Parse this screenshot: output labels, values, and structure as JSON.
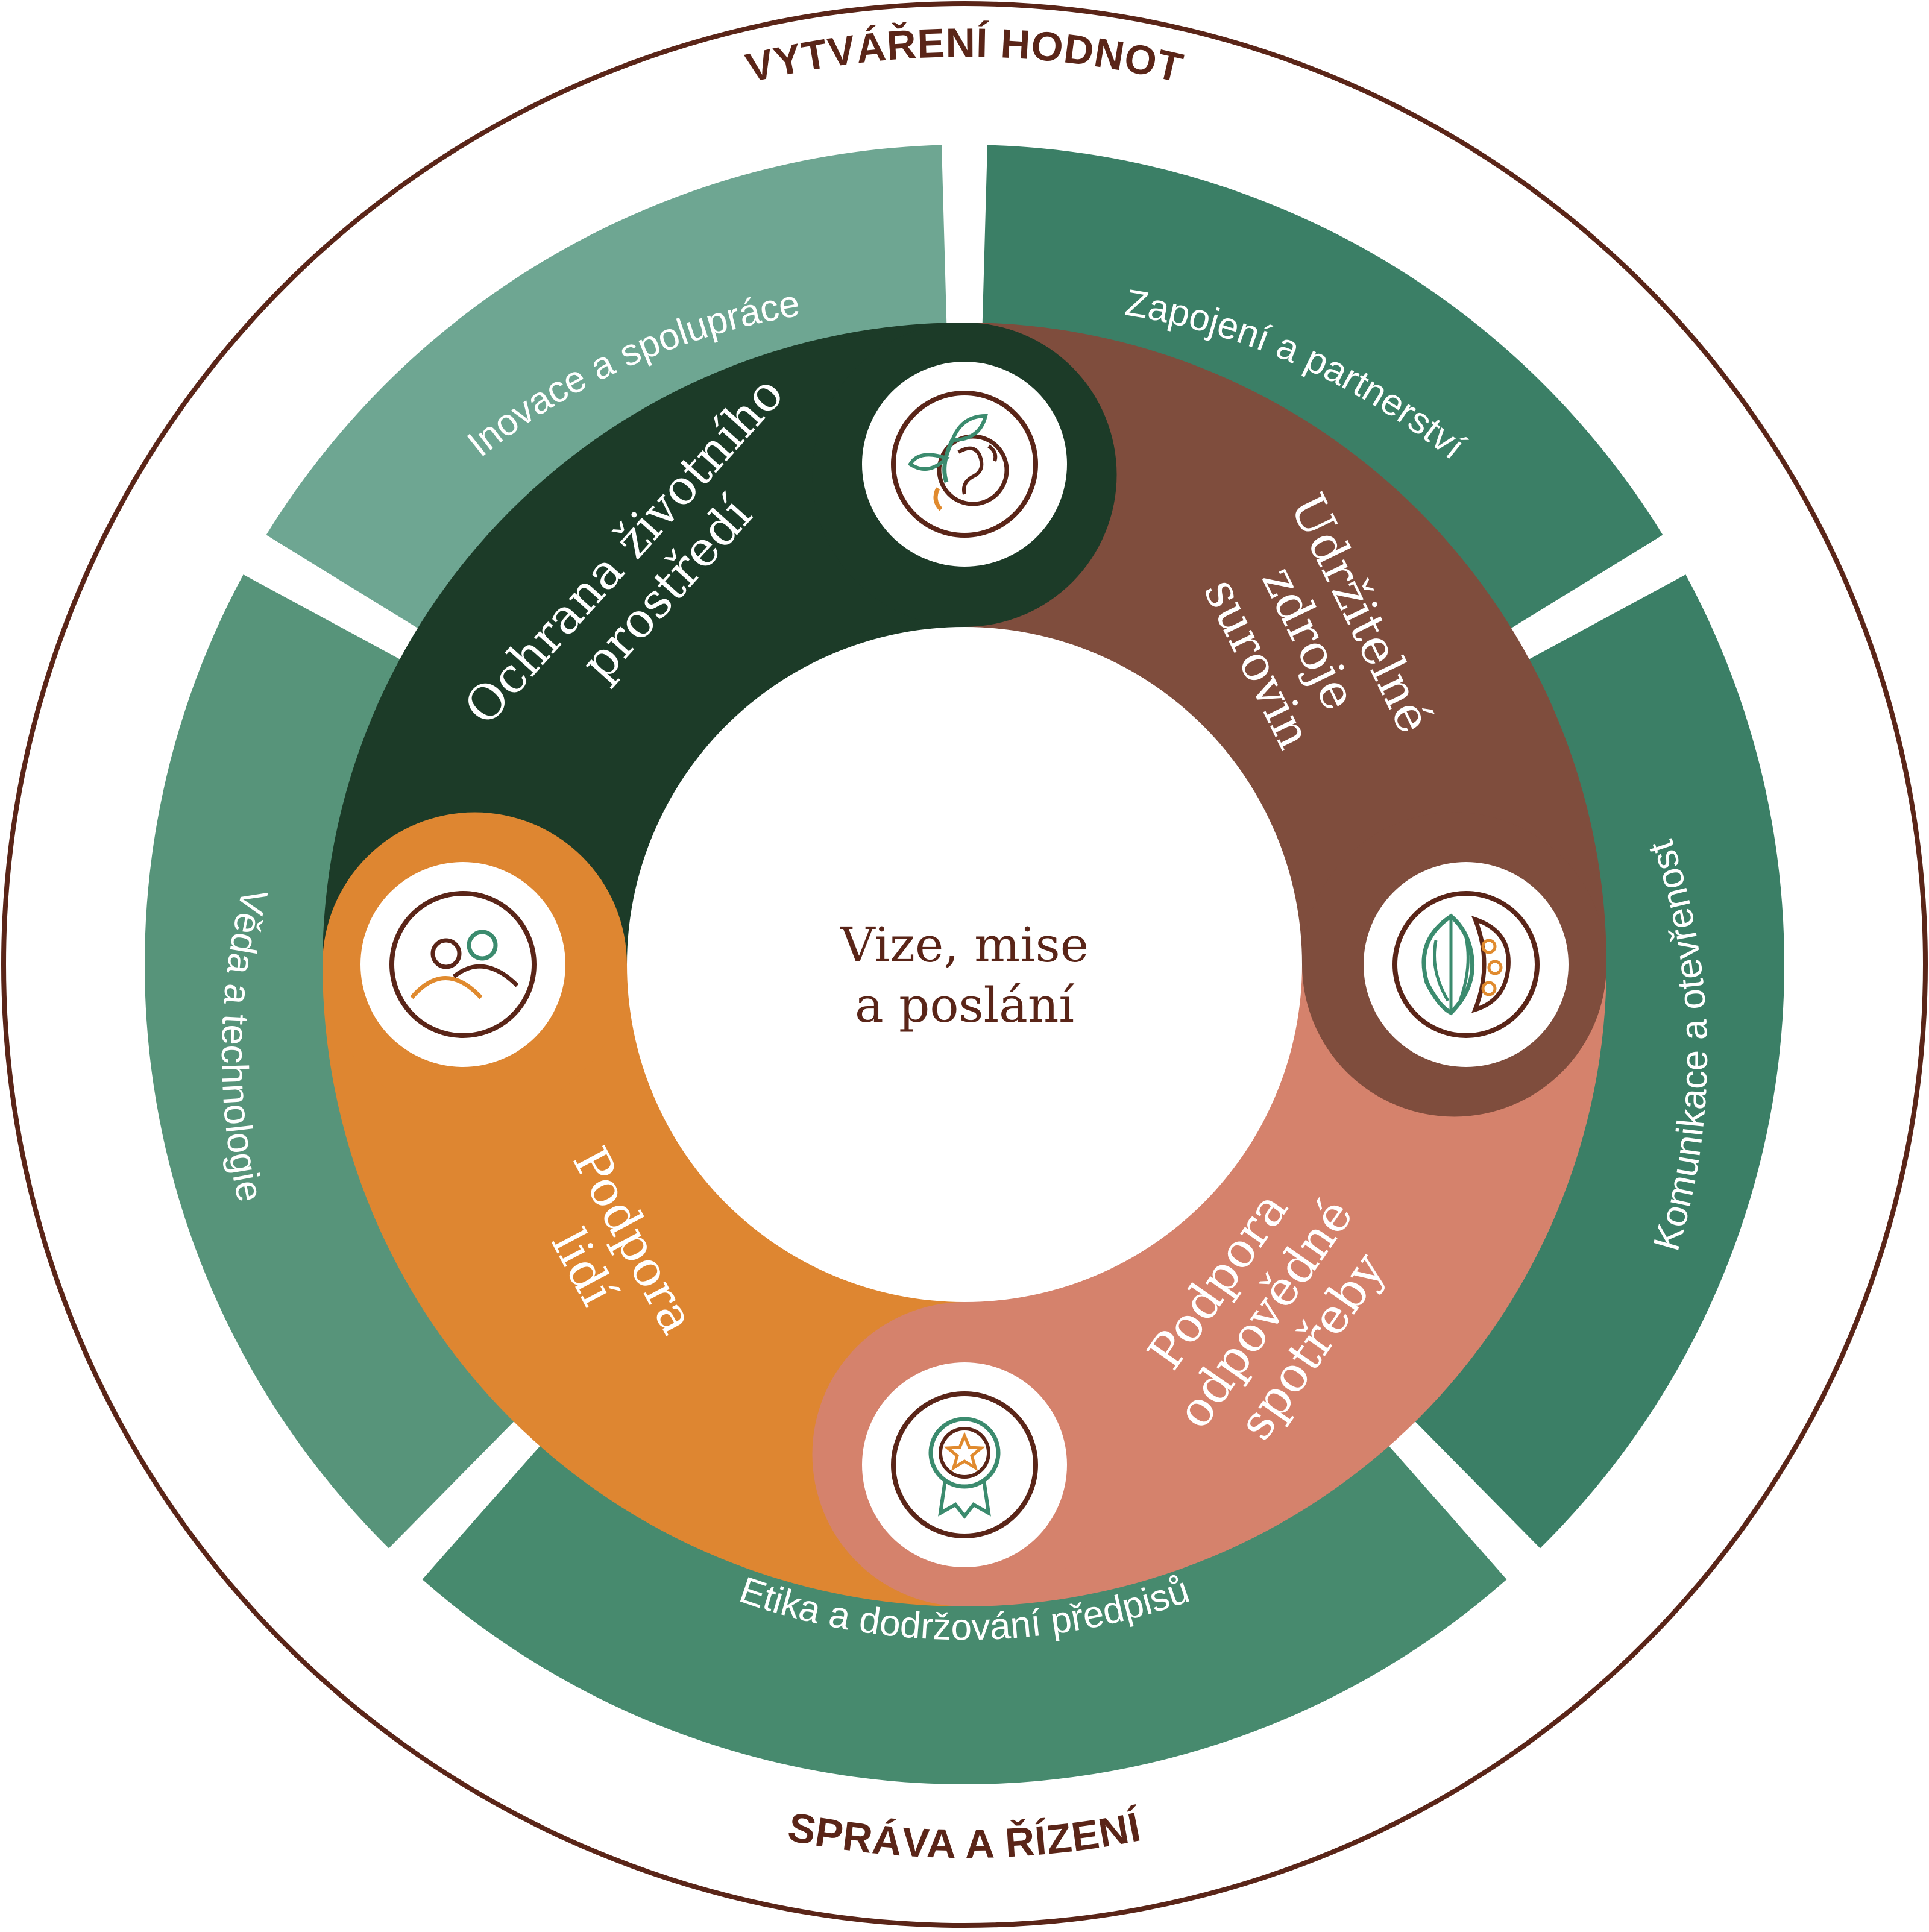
{
  "captions": {
    "top": "VYTVÁŘENÍ HODNOT",
    "bottom": "SPRÁVA A ŘÍZENÍ"
  },
  "outer_ring": [
    {
      "label": "Inovace a spolupráce",
      "color": "#6ea692"
    },
    {
      "label": "Zapojení a partnerství",
      "color": "#3b7f66"
    },
    {
      "label": "Komunikace a otevřenost",
      "color": "#3b7f66"
    },
    {
      "label": "Etika a dodržování předpisů",
      "color": "#478a6e"
    },
    {
      "label": "Věda a technologie",
      "color": "#57947a"
    }
  ],
  "inner_ring": [
    {
      "lines": [
        "Ochrana životního",
        "prostředí"
      ],
      "color": "#1c3b28",
      "icon": "earth-sprout-icon"
    },
    {
      "lines": [
        "Udržitelné",
        "zdroje",
        "surovin"
      ],
      "color": "#7f4d3d",
      "icon": "cocoa-pod-icon"
    },
    {
      "lines": [
        "Podpora",
        "odpovědné",
        "spotřeby"
      ],
      "color": "#d5826c",
      "icon": "award-star-icon"
    },
    {
      "lines": [
        "Podpora",
        "lidí"
      ],
      "color": "#de8631",
      "icon": "people-icon"
    }
  ],
  "center": {
    "lines": [
      "Vize, mise",
      "a poslání"
    ]
  },
  "colors": {
    "outline": "#5a2518",
    "icon_brown": "#5a2518",
    "icon_green": "#3b8b6e",
    "icon_orange": "#e08a2e"
  }
}
